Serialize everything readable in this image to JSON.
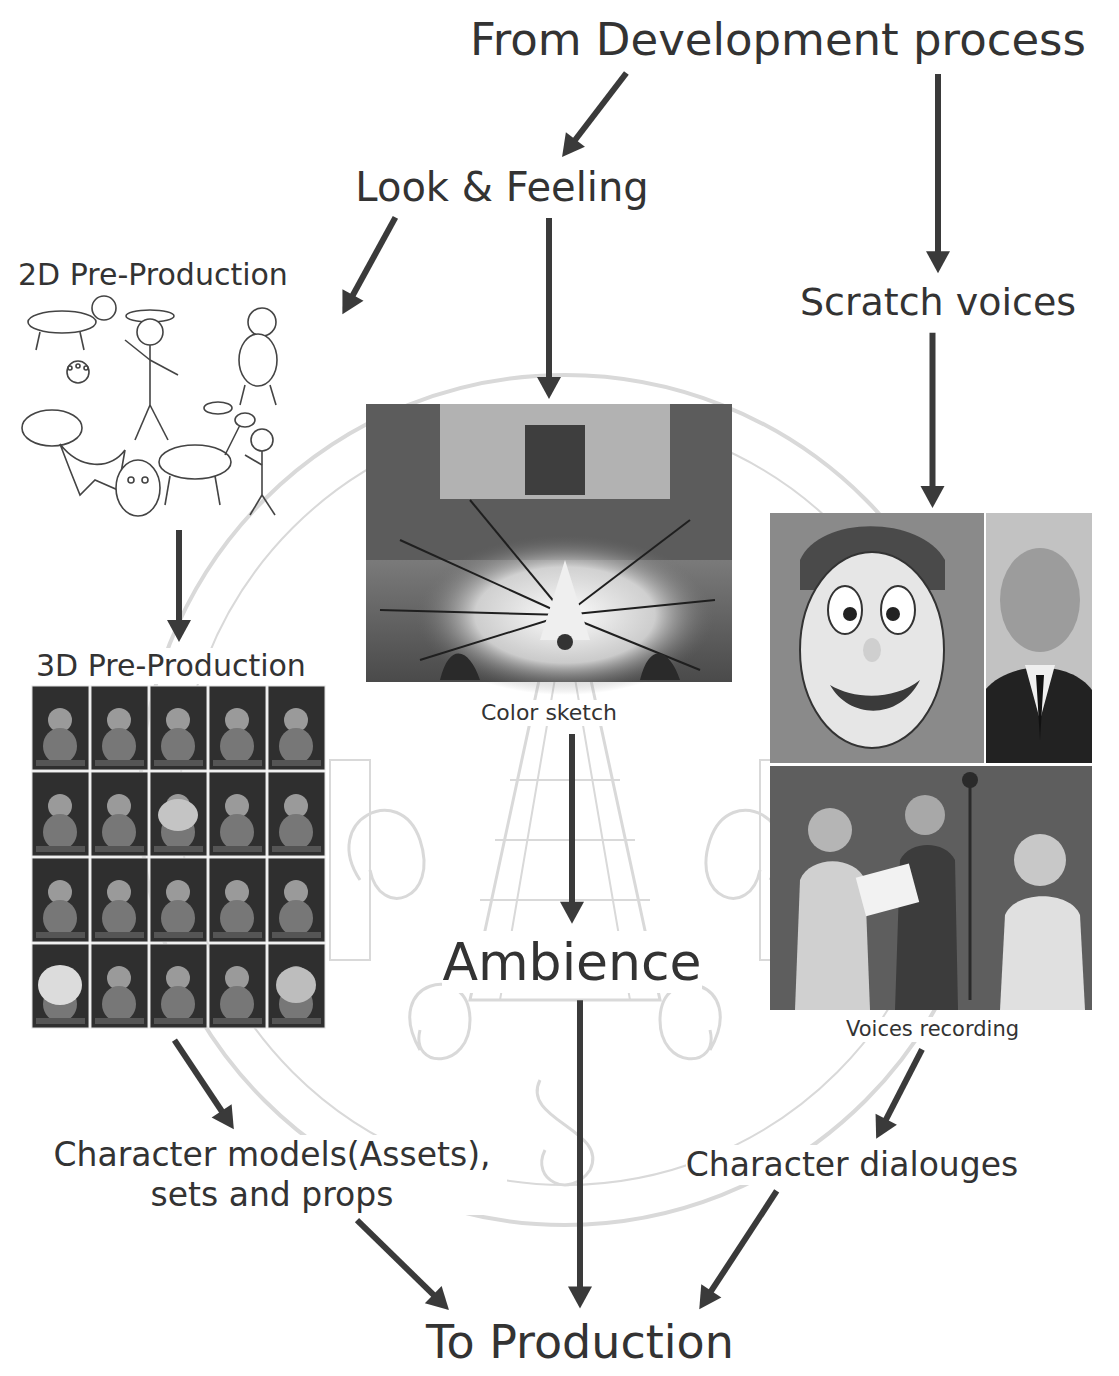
{
  "diagram": {
    "nodes": [
      {
        "text": [
          "From Development process"
        ]
      },
      {
        "text": [
          "Look & Feeling"
        ]
      },
      {
        "text": [
          "2D Pre-Production"
        ]
      },
      {
        "text": [
          "Color sketch"
        ]
      },
      {
        "text": [
          "Scratch voices"
        ]
      },
      {
        "text": [
          "3D Pre-Production"
        ]
      },
      {
        "text": [
          "Ambience"
        ]
      },
      {
        "text": [
          "Voices recording"
        ]
      },
      {
        "text": [
          "Character models(Assets), sets and props"
        ]
      },
      {
        "text": [
          "Character dialouges"
        ]
      },
      {
        "text": [
          "To Production"
        ]
      }
    ],
    "edges": [
      {
        "from": 0,
        "to": 1,
        "arrow": "to"
      },
      {
        "from": 0,
        "to": 4,
        "arrow": "to"
      },
      {
        "from": 1,
        "to": 2,
        "arrow": "to"
      },
      {
        "from": 1,
        "to": 3,
        "arrow": "to"
      },
      {
        "from": 4,
        "to": 7,
        "arrow": "to"
      },
      {
        "from": 2,
        "to": 5,
        "arrow": "to"
      },
      {
        "from": 3,
        "to": 6,
        "arrow": "to"
      },
      {
        "from": 5,
        "to": 8,
        "arrow": "to"
      },
      {
        "from": 6,
        "to": 10,
        "arrow": "to"
      },
      {
        "from": 7,
        "to": 9,
        "arrow": "to"
      },
      {
        "from": 8,
        "to": 10,
        "arrow": "to"
      },
      {
        "from": 9,
        "to": 10,
        "arrow": "to"
      }
    ]
  }
}
